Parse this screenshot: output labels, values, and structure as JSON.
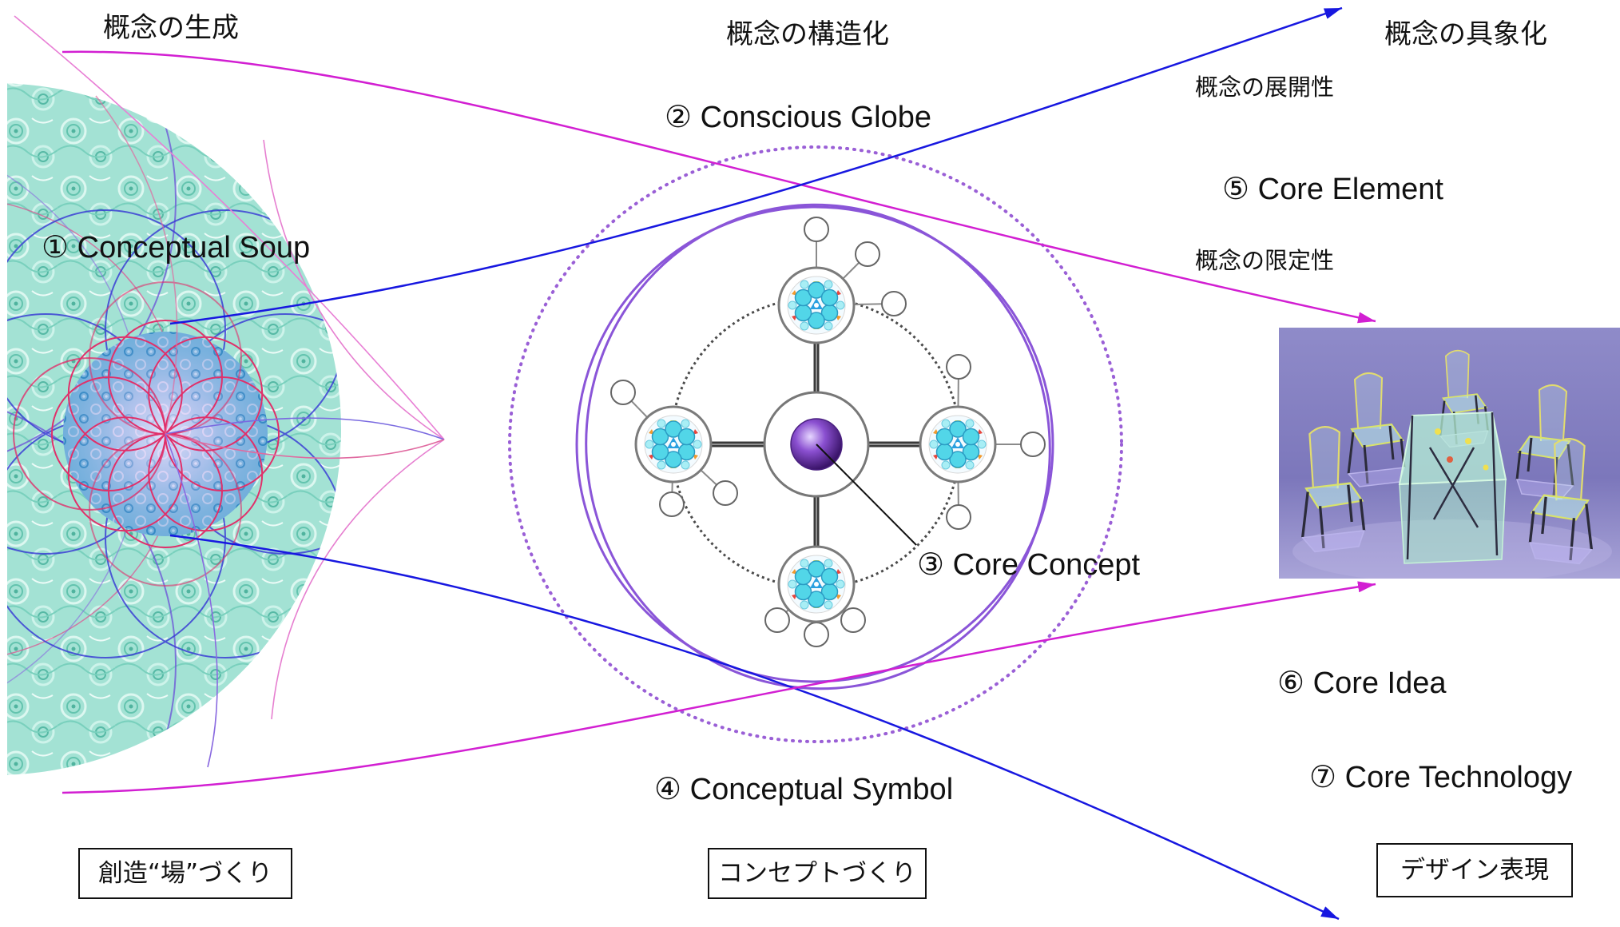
{
  "stages": {
    "generation": "概念の生成",
    "structuring": "概念の構造化",
    "concretization": "概念の具象化"
  },
  "properties": {
    "expansion": "概念の展開性",
    "limitation": "概念の限定性"
  },
  "labels": {
    "conceptual_soup": "① Conceptual Soup",
    "conscious_globe": "② Conscious Globe",
    "core_concept": "③ Core Concept",
    "conceptual_symbol": "④ Conceptual Symbol",
    "core_element": "⑤ Core Element",
    "core_idea": "⑥ Core Idea",
    "core_technology": "⑦ Core Technology"
  },
  "boxes": {
    "field_creation": "創造“場”づくり",
    "concept_making": "コンセプトづくり",
    "design_expression": "デザイン表現"
  },
  "colors": {
    "magenta_arrow": "#d21fd2",
    "blue_arrow": "#1717e0",
    "globe_purple": "#8a55d8",
    "globe_dotted": "#9a5fd6",
    "soup_teal": "#a3e2d4",
    "core_sphere": "#8a4fd0",
    "render_background": "#8a86c4"
  }
}
